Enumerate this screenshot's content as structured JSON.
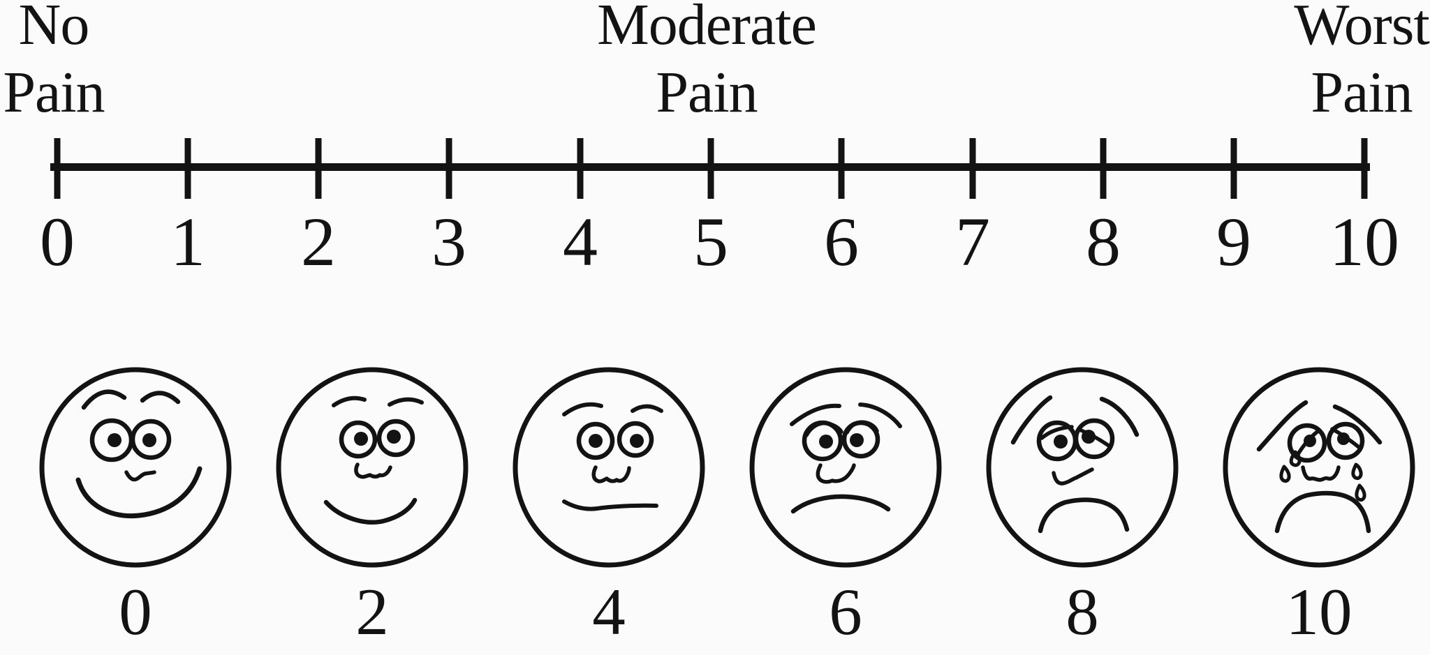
{
  "colors": {
    "background": "#fbfbfb",
    "ink": "#131313"
  },
  "number_line": {
    "anchor_labels": [
      {
        "position": "left",
        "line1": "No",
        "line2": "Pain"
      },
      {
        "position": "center",
        "line1": "Moderate",
        "line2": "Pain"
      },
      {
        "position": "right",
        "line1": "Worst",
        "line2": "Pain"
      }
    ],
    "tick_labels": [
      "0",
      "1",
      "2",
      "3",
      "4",
      "5",
      "6",
      "7",
      "8",
      "9",
      "10"
    ]
  },
  "faces": [
    {
      "label": "0",
      "expression": "happy-big-smile"
    },
    {
      "label": "2",
      "expression": "slight-smile"
    },
    {
      "label": "4",
      "expression": "neutral-flat-mouth"
    },
    {
      "label": "6",
      "expression": "worried-frown"
    },
    {
      "label": "8",
      "expression": "sad-deep-frown"
    },
    {
      "label": "10",
      "expression": "crying-tears"
    }
  ]
}
